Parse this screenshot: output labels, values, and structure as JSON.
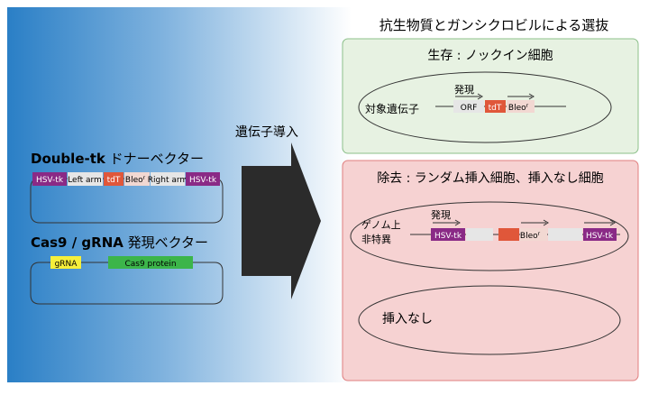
{
  "header": {
    "title": "抗生物質とガンシクロビルによる選抜"
  },
  "donor": {
    "title_bold": "Double-tk",
    "title_rest": " ドナーベクター",
    "segments": {
      "hsv_left": "HSV-tk",
      "left_arm": "Left arm",
      "tdt": "tdT",
      "bleo": "Bleo",
      "bleo_sup": "r",
      "right_arm": "Right arm",
      "hsv_right": "HSV-tk"
    }
  },
  "cas9": {
    "title_bold": "Cas9 / gRNA",
    "title_rest": " 発現ベクター",
    "grna": "gRNA",
    "protein": "Cas9 protein"
  },
  "transfer": {
    "label": "遺伝子導入"
  },
  "survive": {
    "title": "生存 : ノックイン細胞",
    "locus": "対象遺伝子",
    "expression": "発現",
    "orf": "ORF",
    "tdt": "tdT",
    "bleo": "Bleo",
    "bleo_sup": "r"
  },
  "remove": {
    "title": "除去 : ランダム挿入細胞、挿入なし細胞",
    "locus_line1": "ゲノム上",
    "locus_line2": "非特異",
    "expression": "発現",
    "hsv_left": "HSV-tk",
    "bleo": "Bleo",
    "bleo_sup": "r",
    "hsv_right": "HSV-tk",
    "no_insert": "挿入なし"
  },
  "colors": {
    "gradient_blue": "#2a7fc6",
    "hsv_purple": "#8a2a86",
    "tdt_orange": "#e0573a",
    "bleo_pink": "#f2d8d2",
    "arm_gray": "#e6e6e6",
    "grna_yellow": "#f6ef3a",
    "cas9_green": "#3cb54a",
    "survive_bg": "#e7f2e2",
    "survive_border": "#8cc08a",
    "remove_bg": "#f6d2d2",
    "remove_border": "#e07f7f"
  }
}
